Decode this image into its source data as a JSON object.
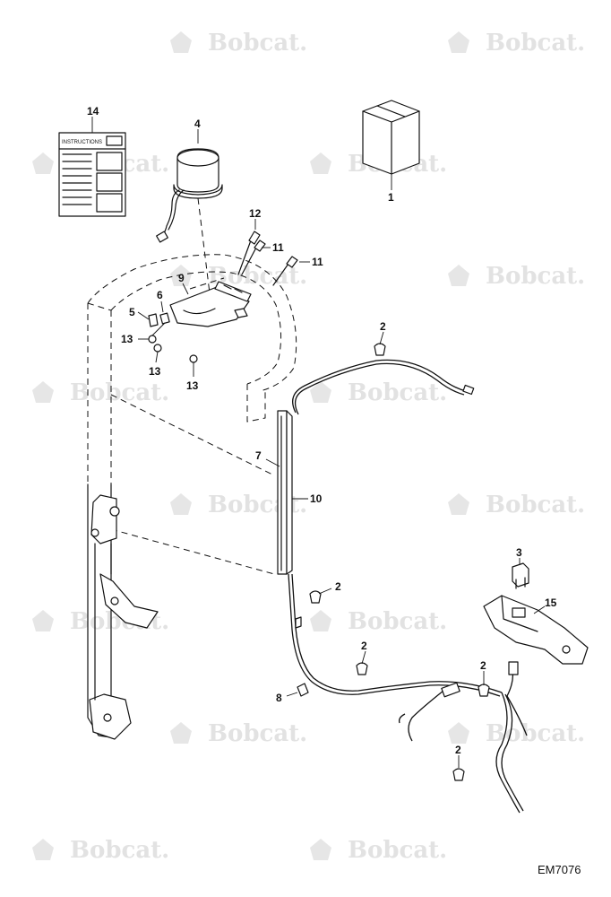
{
  "watermark": {
    "text": "Bobcat.",
    "color": "#e2e2e2"
  },
  "document_code": "EM7076",
  "manual_header": "INSTRUCTIONS",
  "callouts": {
    "c1": "1",
    "c2a": "2",
    "c2b": "2",
    "c2c": "2",
    "c2d": "2",
    "c2e": "2",
    "c3": "3",
    "c4": "4",
    "c5": "5",
    "c6": "6",
    "c7": "7",
    "c8": "8",
    "c9": "9",
    "c10": "10",
    "c11a": "11",
    "c11b": "11",
    "c12": "12",
    "c13a": "13",
    "c13b": "13",
    "c13c": "13",
    "c14": "14",
    "c15": "15"
  }
}
